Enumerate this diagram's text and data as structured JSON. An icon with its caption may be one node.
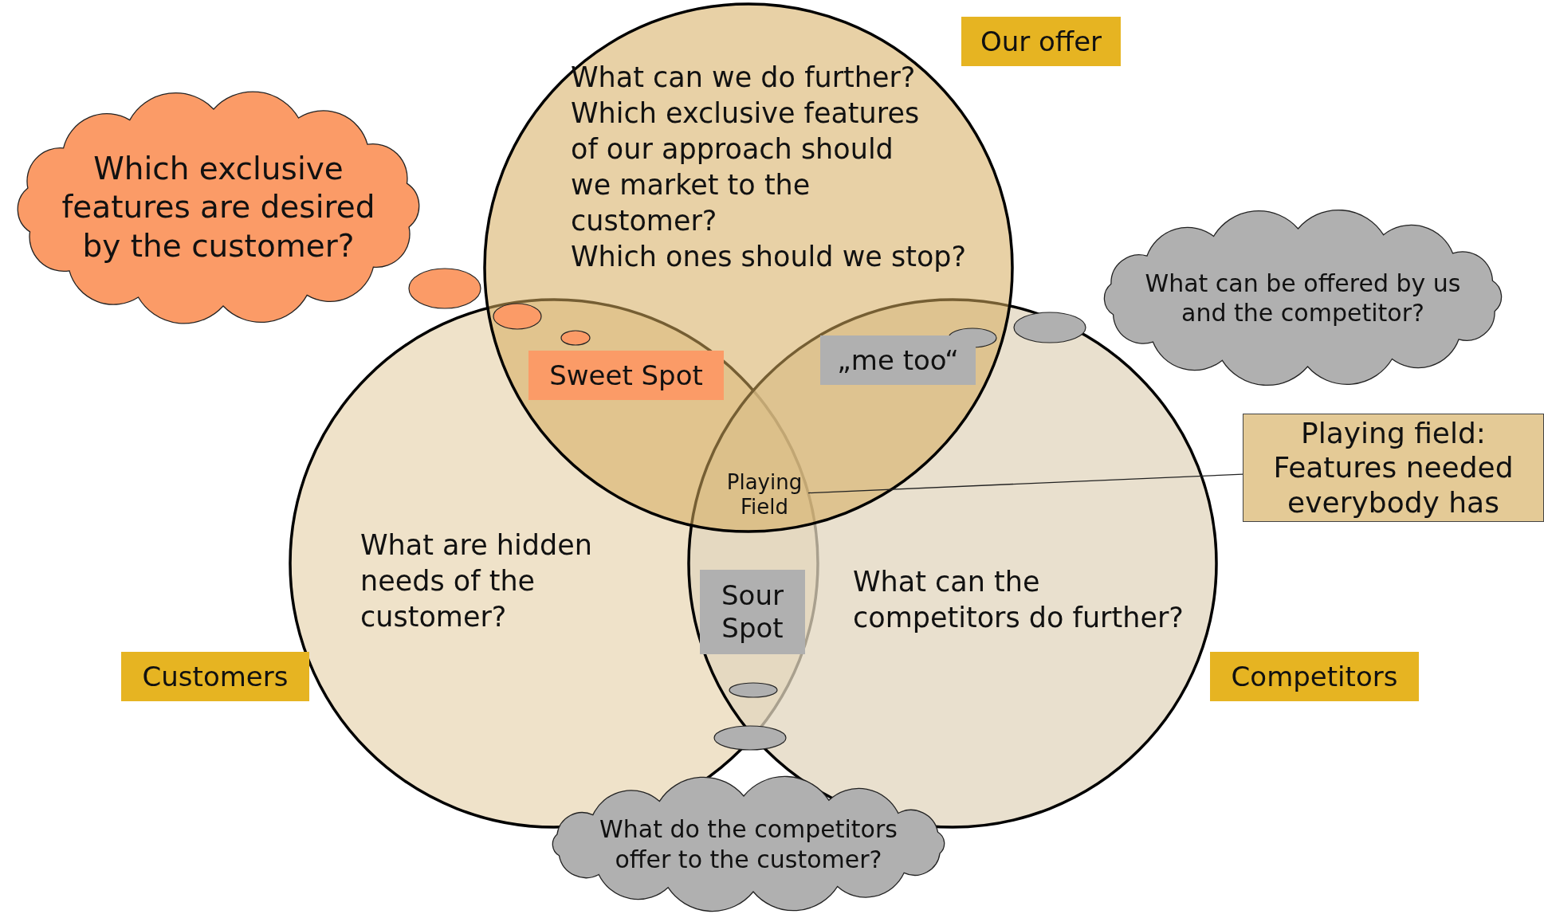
{
  "diagram": {
    "nodes": [
      {
        "text": [
          "What can we do further?",
          "Which exclusive features of our approach should we market to the customer?",
          "Which ones should we stop?"
        ]
      },
      {
        "text": [
          "What are hidden needs of the customer?"
        ]
      },
      {
        "text": [
          "What can the competitors do further?"
        ]
      },
      {
        "text": [
          "Our offer"
        ]
      },
      {
        "text": [
          "Customers"
        ]
      },
      {
        "text": [
          "Competitors"
        ]
      },
      {
        "text": [
          "Sweet Spot"
        ]
      },
      {
        "text": [
          "„me too“"
        ]
      },
      {
        "text": [
          "Playing Field"
        ]
      },
      {
        "text": [
          "Sour Spot"
        ]
      },
      {
        "text": [
          "Playing field: Features needed everybody has"
        ]
      },
      {
        "text": [
          "Which exclusive features are desired by the customer?"
        ]
      },
      {
        "text": [
          "What can be offered by us and the competitor?"
        ]
      },
      {
        "text": [
          "What do the competitors offer to the customer?"
        ]
      }
    ],
    "edges": [
      {
        "from": 8,
        "to": 10,
        "arrow": "none"
      }
    ]
  }
}
